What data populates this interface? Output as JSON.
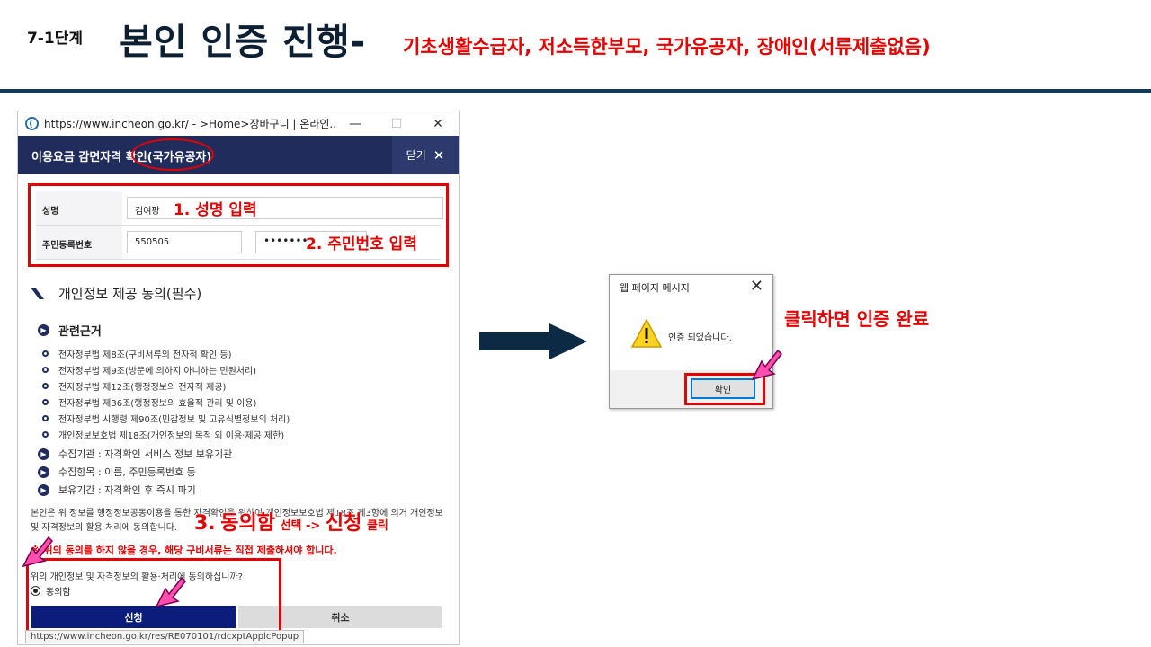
{
  "slide": {
    "step_label": "7-1단계",
    "title": "본인 인증 진행-",
    "subtitle": "기초생활수급자, 저소득한부모, 국가유공자, 장애인(서류제출없음)"
  },
  "popup": {
    "titlebar_url": "https://www.incheon.go.kr/ - >Home>장바구니 | 온라인...",
    "window_controls": {
      "minimize": "—",
      "maximize": "☐",
      "close": "✕"
    },
    "header_title": "이용요금 감면자격 확인(국가유공자)",
    "close_label": "닫기",
    "form": {
      "name_label": "성명",
      "name_value": "김여팡",
      "rrn_label": "주민등록번호",
      "rrn_front": "550505",
      "rrn_separator": "-",
      "rrn_back": "•••••••",
      "annotation_name": "1. 성명 입력",
      "annotation_rrn": "2. 주민번호 입력"
    },
    "consent_section_title": "개인정보 제공 동의(필수)",
    "legal_basis_title": "관련근거",
    "legal_basis": [
      "전자정부법 제8조(구비서류의 전자적 확인 등)",
      "전자정부법 제9조(방문에 의하지 아니하는 민원처리)",
      "전자정부법 제12조(행정정보의 전자적 제공)",
      "전자정부법 제36조(행정정보의 효율적 관리 및 이용)",
      "전자정부법 시행령 제90조(민감정보 및 고유식별정보의 처리)",
      "개인정보보호법 제18조(개인정보의 목적 외 이용·제공 제한)"
    ],
    "info_items": [
      "수집기관 : 자격확인 서비스 정보 보유기관",
      "수집항목 : 이름, 주민등록번호 등",
      "보유기간 : 자격확인 후 즉시 파기"
    ],
    "consent_text": "본인은 위 정보를 행정정보공동이용을 통한 자격확인을 위하여 개인정보보호법 제18조 제3항에 의거 개인정보 및 자격정보의 활용·처리에 동의합니다.",
    "warning_text": "※ 위의 동의를 하지 않을 경우, 해당 구비서류는 직접 제출하셔야 합니다.",
    "question": "위의 개인정보 및 자격정보의 활용·처리에 동의하십니까?",
    "agree_label": "동의함",
    "apply_button": "신청",
    "cancel_button": "취소",
    "status_url": "https://www.incheon.go.kr/res/RE070101/rdcxptApplcPopup",
    "annotation_step3_num": "3.",
    "annotation_step3_a": "동의함",
    "annotation_step3_b": "선택 ->",
    "annotation_step3_c": "신청",
    "annotation_step3_d": "클릭"
  },
  "message_box": {
    "title": "웹 페이지 메시지",
    "close": "✕",
    "text": "인증 되었습니다.",
    "ok_button": "확인"
  },
  "annotation_click": "클릭하면 인증 완료",
  "colors": {
    "accent_red": "#e60000",
    "navy": "#1f2c5c",
    "rule": "#143a57"
  }
}
